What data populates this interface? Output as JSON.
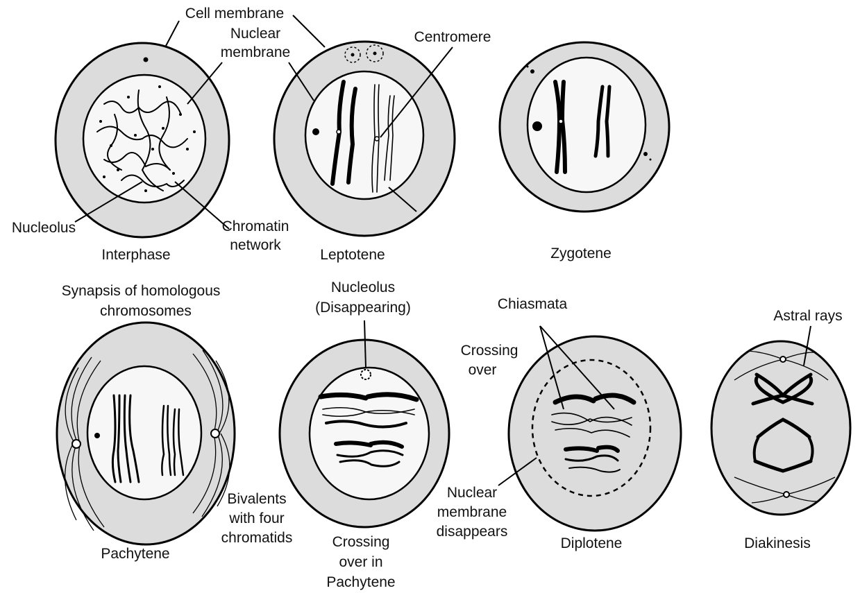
{
  "labels": {
    "cell_membrane": "Cell membrane",
    "nuclear_membrane_line1": "Nuclear",
    "nuclear_membrane_line2": "membrane",
    "centromere": "Centromere",
    "nucleolus_top": "Nucleolus",
    "chromatin_line1": "Chromatin",
    "chromatin_line2": "network",
    "interphase": "Interphase",
    "leptotene": "Leptotene",
    "zygotene": "Zygotene",
    "synapsis_line1": "Synapsis of homologous",
    "synapsis_line2": "chromosomes",
    "nucleolus_dis_line1": "Nucleolus",
    "nucleolus_dis_line2": "(Disappearing)",
    "chiasmata": "Chiasmata",
    "crossing_over_line1": "Crossing",
    "crossing_over_line2": "over",
    "astral_rays": "Astral rays",
    "pachytene": "Pachytene",
    "bivalents_line1": "Bivalents",
    "bivalents_line2": "with four",
    "bivalents_line3": "chromatids",
    "crossing_pach_line1": "Crossing",
    "crossing_pach_line2": "over in",
    "crossing_pach_line3": "Pachytene",
    "nm_dis_line1": "Nuclear",
    "nm_dis_line2": "membrane",
    "nm_dis_line3": "disappears",
    "diplotene": "Diplotene",
    "diakinesis": "Diakinesis"
  }
}
